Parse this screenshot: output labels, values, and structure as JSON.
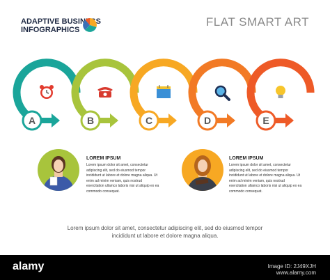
{
  "brand": {
    "line1": "ADAPTIVE BUSINESS",
    "line2": "INFOGRAPHICS"
  },
  "headline": "FLAT SMART ART",
  "steps": [
    {
      "letter": "A",
      "color": "#1aa59a",
      "icon": "alarm-clock-icon"
    },
    {
      "letter": "B",
      "color": "#a8c43c",
      "icon": "telephone-icon"
    },
    {
      "letter": "C",
      "color": "#f7a823",
      "icon": "calendar-icon"
    },
    {
      "letter": "D",
      "color": "#f27a25",
      "icon": "magnifier-icon"
    },
    {
      "letter": "E",
      "color": "#ee5a27",
      "icon": "light-bulb-icon"
    }
  ],
  "cards": [
    {
      "title": "LOREM IPSUM",
      "text": "Lorem ipsum dolor sit amet, consectetur adipiscing elit, sed do eiusmod tempor incididunt ut labore et dolore magna aliqua. Ut enim ad minim veniam, quis nostrud exercitation ullamco laboris nisi ut aliquip ex ea commodo consequat."
    },
    {
      "title": "LOREM IPSUM",
      "text": "Lorem ipsum dolor sit amet, consectetur adipiscing elit, sed do eiusmod tempor incididunt ut labore et dolore magna aliqua. Ut enim ad minim veniam, quis nostrud exercitation ullamco laboris nisi ut aliquip ex ea commodo consequat."
    }
  ],
  "footer": {
    "line1": "Lorem ipsum dolor sit amet, consectetur adipiscing elit, sed do eiusmod tempor",
    "line2": "incididunt ut labore et dolore magna aliqua."
  },
  "watermark": {
    "brand": "alamy",
    "id_line1": "Image ID: 2J49XJH",
    "id_line2": "www.alamy.com"
  }
}
